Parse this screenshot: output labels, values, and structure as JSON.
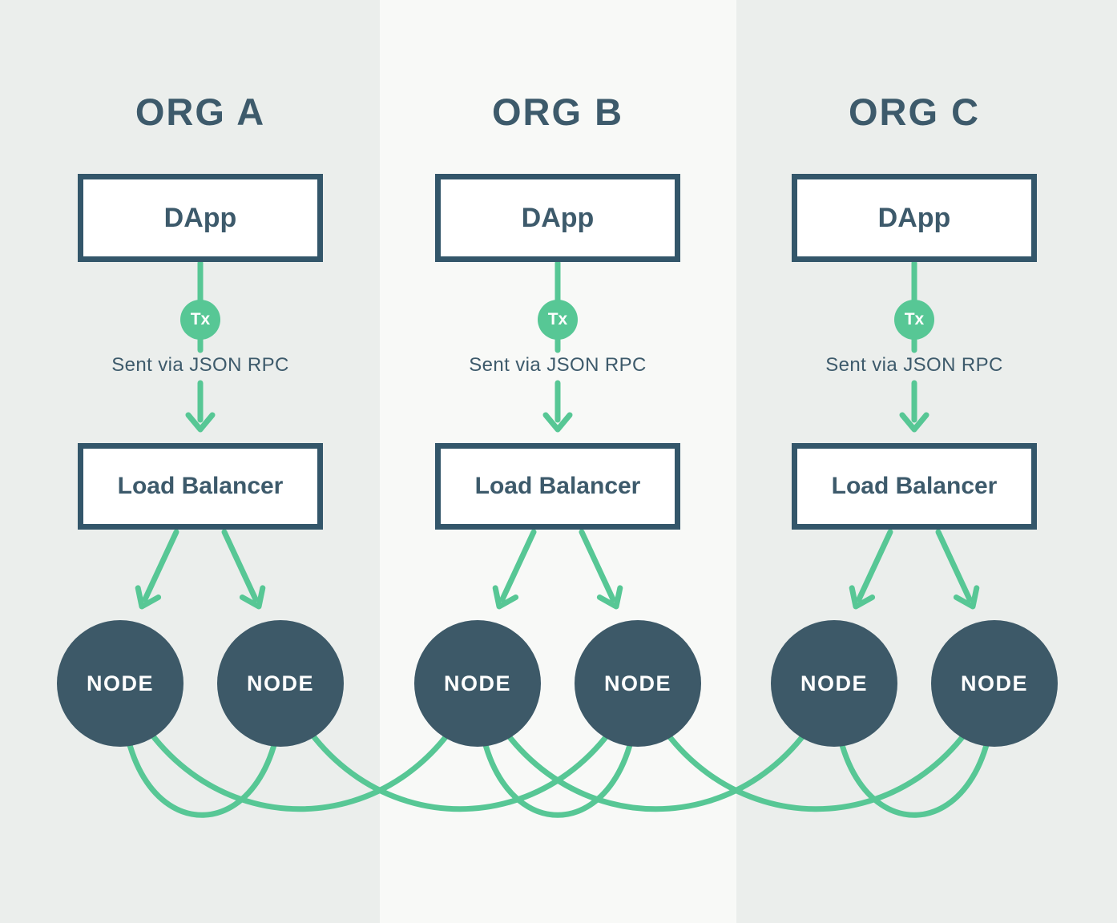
{
  "colors": {
    "bg_outer": "#ebeeec",
    "bg_middle": "#f8f9f7",
    "ink": "#3d5a6b",
    "box_border": "#33566a",
    "box_bg": "#ffffff",
    "green": "#57c795",
    "node_fill": "#3d5968",
    "node_text": "#ffffff"
  },
  "orgs": [
    {
      "title": "ORG A",
      "dapp_label": "DApp",
      "tx_badge": "Tx",
      "rpc_label": "Sent via JSON RPC",
      "lb_label": "Load Balancer",
      "nodes": [
        {
          "label": "NODE"
        },
        {
          "label": "NODE"
        }
      ]
    },
    {
      "title": "ORG B",
      "dapp_label": "DApp",
      "tx_badge": "Tx",
      "rpc_label": "Sent via JSON RPC",
      "lb_label": "Load Balancer",
      "nodes": [
        {
          "label": "NODE"
        },
        {
          "label": "NODE"
        }
      ]
    },
    {
      "title": "ORG C",
      "dapp_label": "DApp",
      "tx_badge": "Tx",
      "rpc_label": "Sent via JSON RPC",
      "lb_label": "Load Balancer",
      "nodes": [
        {
          "label": "NODE"
        },
        {
          "label": "NODE"
        }
      ]
    }
  ]
}
